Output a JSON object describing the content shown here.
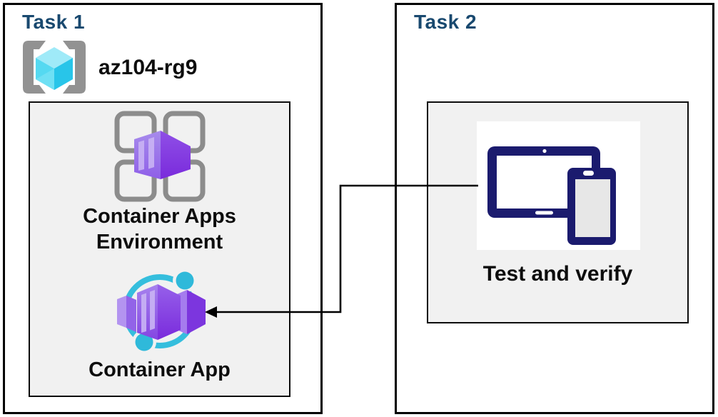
{
  "task1": {
    "title": "Task 1",
    "resource_group": {
      "name": "az104-rg9",
      "icon": "resource-group-icon"
    },
    "environment": {
      "label": "Container Apps Environment",
      "icon": "container-apps-environment-icon"
    },
    "app": {
      "label": "Container App",
      "icon": "container-app-icon"
    }
  },
  "task2": {
    "title": "Task 2",
    "verify": {
      "label": "Test and verify",
      "icon": "devices-icon"
    }
  },
  "connector": {
    "from": "Test and verify",
    "to": "Container App",
    "arrow_direction": "left"
  },
  "colors": {
    "title_text": "#19496F",
    "label_text": "#0d0d0d",
    "box_border": "#000000",
    "panel_bg": "#F1F1F1",
    "icon_gray": "#8C8C8C",
    "purple_light": "#A78BEC",
    "purple_mid": "#8A4AE0",
    "purple_dark": "#7A2BDC",
    "stripe_purple": "#C9B4F4",
    "cyan_ring": "#35BEDD",
    "cube_top": "#9FEAF8",
    "cube_left": "#55D9F1",
    "cube_right": "#28C5E9",
    "device_navy": "#1B1B6E",
    "phone_screen": "#E7E7E7"
  }
}
